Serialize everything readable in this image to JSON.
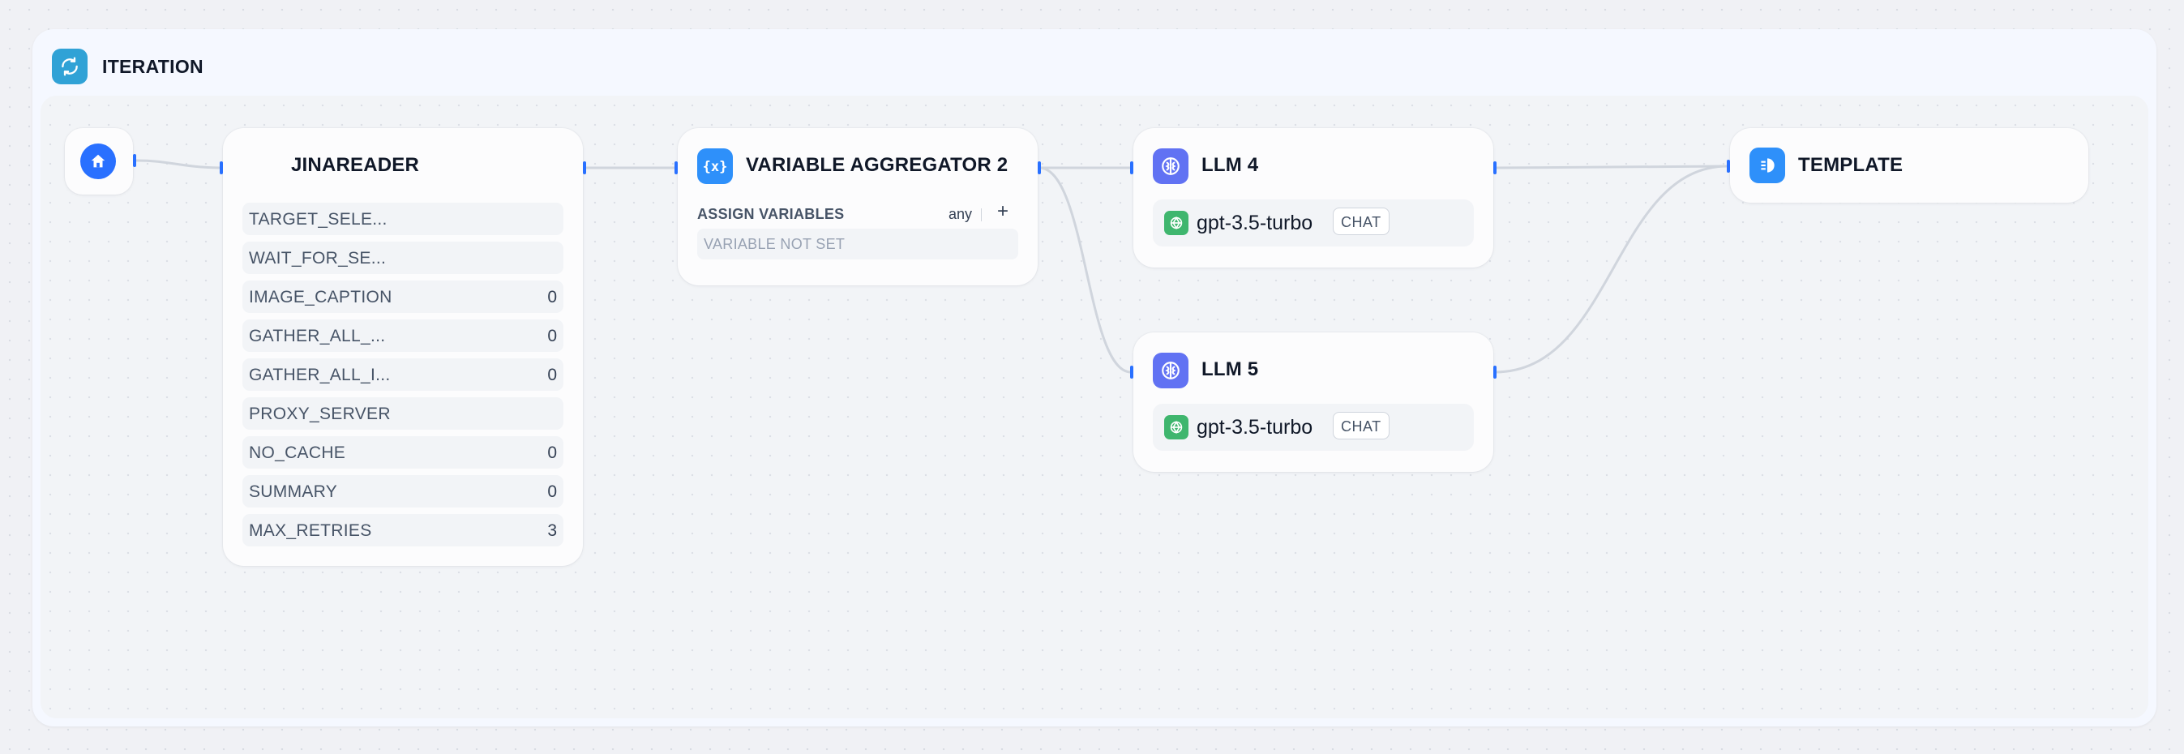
{
  "iteration": {
    "title": "ITERATION",
    "icon": "loop-icon",
    "accent": "#30a2d6"
  },
  "start_node": {
    "icon": "home-icon",
    "accent": "#2970ff"
  },
  "jinareader": {
    "title": "JINAREADER",
    "params": [
      {
        "name": "TARGET_SELE...",
        "value": ""
      },
      {
        "name": "WAIT_FOR_SE...",
        "value": ""
      },
      {
        "name": "IMAGE_CAPTION",
        "value": "0"
      },
      {
        "name": "GATHER_ALL_...",
        "value": "0"
      },
      {
        "name": "GATHER_ALL_I...",
        "value": "0"
      },
      {
        "name": "PROXY_SERVER",
        "value": ""
      },
      {
        "name": "NO_CACHE",
        "value": "0"
      },
      {
        "name": "SUMMARY",
        "value": "0"
      },
      {
        "name": "MAX_RETRIES",
        "value": "3"
      }
    ]
  },
  "aggregator": {
    "title": "VARIABLE AGGREGATOR 2",
    "icon": "variable-icon",
    "assign_label": "ASSIGN VARIABLES",
    "type_label": "any",
    "add_label": "+",
    "empty_label": "VARIABLE NOT SET",
    "accent": "#2e90fa"
  },
  "llm4": {
    "title": "LLM 4",
    "model": "gpt-3.5-turbo",
    "mode": "CHAT",
    "icon": "brain-icon"
  },
  "llm5": {
    "title": "LLM 5",
    "model": "gpt-3.5-turbo",
    "mode": "CHAT",
    "icon": "brain-icon"
  },
  "template": {
    "title": "TEMPLATE",
    "icon": "template-icon",
    "accent": "#2e90fa"
  },
  "colors": {
    "llm_accent": "#6172f3",
    "model_icon": "#3fb66e",
    "edge": "#d0d5dd",
    "handle": "#2970ff"
  }
}
